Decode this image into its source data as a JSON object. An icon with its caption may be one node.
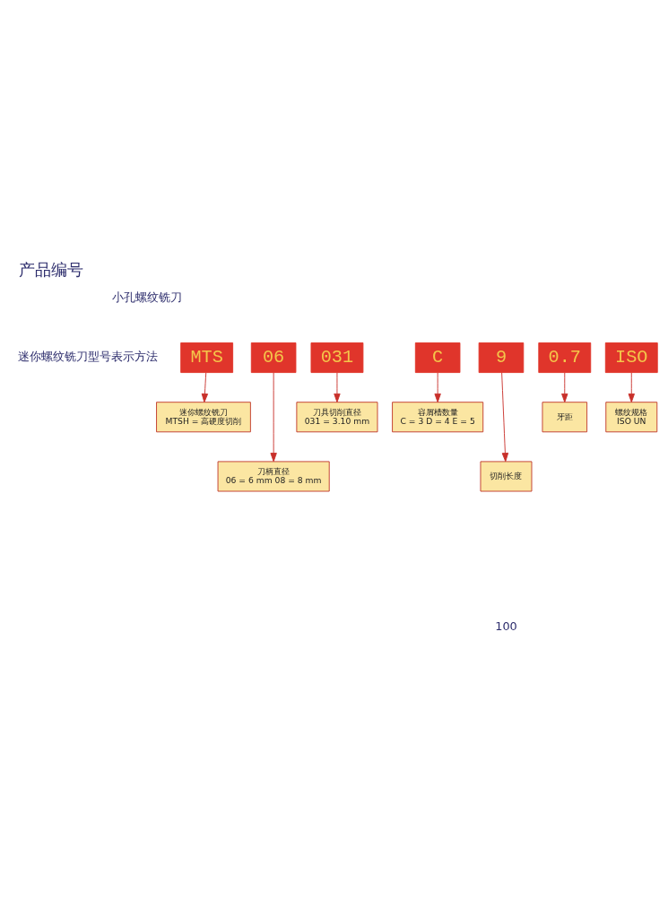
{
  "diagram": {
    "title": "产品编号",
    "nodes": [
      {
        "text": [
          "MTS"
        ]
      },
      {
        "text": [
          "06"
        ]
      },
      {
        "text": [
          "031"
        ]
      },
      {
        "text": [
          "C"
        ]
      },
      {
        "text": [
          "9"
        ]
      },
      {
        "text": [
          "0.7"
        ]
      },
      {
        "text": [
          "ISO"
        ]
      },
      {
        "text": [
          "迷你螺纹铣刀",
          "MTSH = 高硬度切削"
        ]
      },
      {
        "text": [
          "刀柄直径",
          "06 = 6 mm 08 = 8 mm"
        ]
      },
      {
        "text": [
          "刀具切削直径",
          "031 = 3.10 mm"
        ]
      },
      {
        "text": [
          "容屑槽数量",
          "C = 3 D = 4 E = 5"
        ]
      },
      {
        "text": [
          "切削长度"
        ]
      },
      {
        "text": [
          "牙距"
        ]
      },
      {
        "text": [
          "螺纹规格",
          "ISO UN"
        ]
      }
    ],
    "edges": [
      {
        "from": 0,
        "to": 7,
        "arrow": "to"
      },
      {
        "from": 1,
        "to": 8,
        "arrow": "to"
      },
      {
        "from": 2,
        "to": 9,
        "arrow": "to"
      },
      {
        "from": 3,
        "to": 10,
        "arrow": "to"
      },
      {
        "from": 4,
        "to": 11,
        "arrow": "to"
      },
      {
        "from": 5,
        "to": 12,
        "arrow": "to"
      },
      {
        "from": 6,
        "to": 13,
        "arrow": "to"
      }
    ],
    "labels": [
      "小孔螺纹铣刀",
      "迷你螺纹铣刀型号表示方法",
      "100"
    ]
  }
}
